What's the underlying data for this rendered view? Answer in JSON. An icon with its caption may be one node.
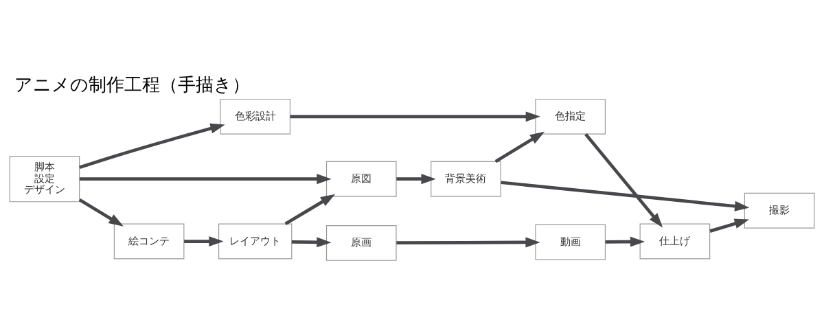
{
  "diagram": {
    "title": "アニメの制作工程（手描き）",
    "nodes": [
      {
        "text": [
          "脚本",
          "設定",
          "デザイン"
        ]
      },
      {
        "text": [
          "絵コンテ"
        ]
      },
      {
        "text": [
          "レイアウト"
        ]
      },
      {
        "text": [
          "原図"
        ]
      },
      {
        "text": [
          "背景美術"
        ]
      },
      {
        "text": [
          "原画"
        ]
      },
      {
        "text": [
          "動画"
        ]
      },
      {
        "text": [
          "仕上げ"
        ]
      },
      {
        "text": [
          "撮影"
        ]
      },
      {
        "text": [
          "色彩設計"
        ]
      },
      {
        "text": [
          "色指定"
        ]
      }
    ],
    "edges": [
      {
        "from": 0,
        "to": 3,
        "arrow": "to"
      },
      {
        "from": 0,
        "to": 1,
        "arrow": "to"
      },
      {
        "from": 0,
        "to": 9,
        "arrow": "to"
      },
      {
        "from": 1,
        "to": 2,
        "arrow": "to"
      },
      {
        "from": 2,
        "to": 3,
        "arrow": "to"
      },
      {
        "from": 2,
        "to": 5,
        "arrow": "to"
      },
      {
        "from": 3,
        "to": 4,
        "arrow": "to"
      },
      {
        "from": 4,
        "to": 8,
        "arrow": "to"
      },
      {
        "from": 4,
        "to": 10,
        "arrow": "to"
      },
      {
        "from": 5,
        "to": 6,
        "arrow": "to"
      },
      {
        "from": 6,
        "to": 7,
        "arrow": "to"
      },
      {
        "from": 7,
        "to": 8,
        "arrow": "to"
      },
      {
        "from": 9,
        "to": 10,
        "arrow": "to"
      },
      {
        "from": 10,
        "to": 7,
        "arrow": "to"
      }
    ]
  }
}
